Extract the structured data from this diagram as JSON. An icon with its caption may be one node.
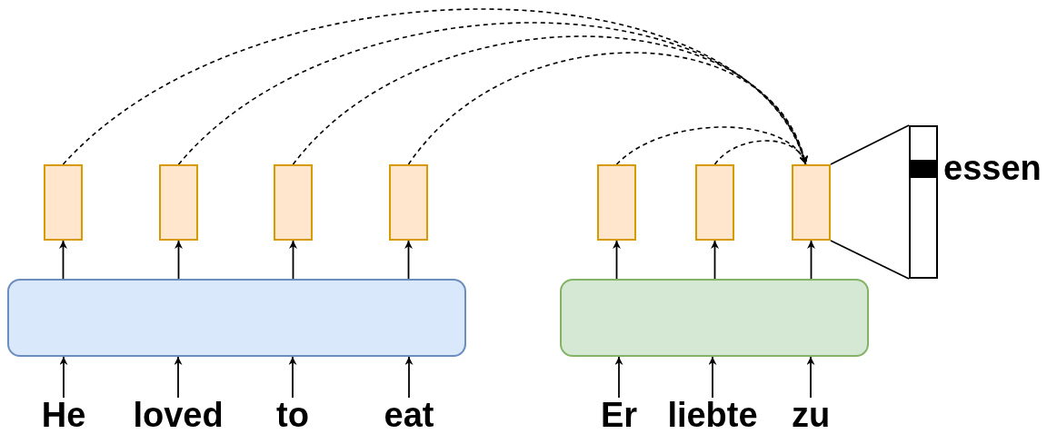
{
  "diagram": {
    "nodes": [
      {
        "text": [],
        "shape": "box"
      },
      {
        "text": [],
        "shape": "box"
      },
      {
        "text": [],
        "shape": "box"
      },
      {
        "text": [],
        "shape": "box"
      },
      {
        "text": [],
        "shape": "box"
      },
      {
        "text": [],
        "shape": "box"
      },
      {
        "text": [],
        "shape": "box"
      },
      {
        "text": [],
        "shape": "bar",
        "beside": [
          "essen"
        ]
      },
      {
        "text": [],
        "shape": "box"
      },
      {
        "text": [],
        "shape": "box"
      },
      {
        "text": [
          "He"
        ]
      },
      {
        "text": [
          "loved"
        ]
      },
      {
        "text": [
          "to"
        ]
      },
      {
        "text": [
          "eat"
        ]
      },
      {
        "text": [
          "Er"
        ]
      },
      {
        "text": [
          "liebte"
        ]
      },
      {
        "text": [
          "zu"
        ]
      }
    ],
    "edges": [
      {
        "from": 10,
        "to": 8,
        "arrow": "to"
      },
      {
        "from": 11,
        "to": 8,
        "arrow": "to"
      },
      {
        "from": 12,
        "to": 8,
        "arrow": "to"
      },
      {
        "from": 13,
        "to": 8,
        "arrow": "to"
      },
      {
        "from": 14,
        "to": 9,
        "arrow": "to"
      },
      {
        "from": 15,
        "to": 9,
        "arrow": "to"
      },
      {
        "from": 16,
        "to": 9,
        "arrow": "to"
      },
      {
        "from": 8,
        "to": 0,
        "arrow": "to"
      },
      {
        "from": 8,
        "to": 1,
        "arrow": "to"
      },
      {
        "from": 8,
        "to": 2,
        "arrow": "to"
      },
      {
        "from": 8,
        "to": 3,
        "arrow": "to"
      },
      {
        "from": 9,
        "to": 4,
        "arrow": "to"
      },
      {
        "from": 9,
        "to": 5,
        "arrow": "to"
      },
      {
        "from": 9,
        "to": 6,
        "arrow": "to"
      },
      {
        "from": 0,
        "to": 6,
        "arrow": "to",
        "style": "dashed"
      },
      {
        "from": 1,
        "to": 6,
        "arrow": "to",
        "style": "dashed"
      },
      {
        "from": 2,
        "to": 6,
        "arrow": "to",
        "style": "dashed"
      },
      {
        "from": 3,
        "to": 6,
        "arrow": "to",
        "style": "dashed"
      },
      {
        "from": 4,
        "to": 6,
        "arrow": "to",
        "style": "dashed"
      },
      {
        "from": 5,
        "to": 6,
        "arrow": "to",
        "style": "dashed"
      },
      {
        "from": 6,
        "to": 7,
        "arrow": "none"
      },
      {
        "from": 6,
        "to": 7,
        "arrow": "none"
      }
    ]
  }
}
